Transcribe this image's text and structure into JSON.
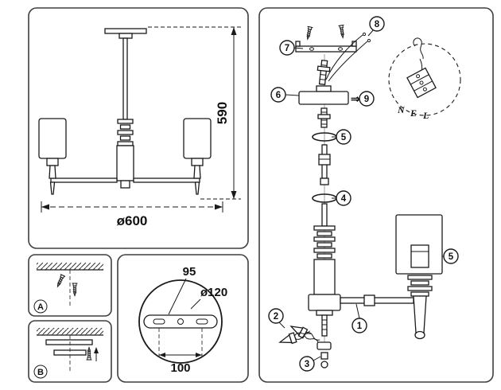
{
  "page": {
    "background": "#ffffff",
    "line_color": "#1a1a1a"
  },
  "main_view": {
    "height_dim": "590",
    "diameter_dim": "ø600"
  },
  "plate_detail": {
    "dim_95": "95",
    "dim_diameter": "ø120",
    "dim_100": "100"
  },
  "steps": {
    "step_a_label": "A",
    "step_b_label": "B"
  },
  "assembly": {
    "callout_1": "1",
    "callout_2": "2",
    "callout_3": "3",
    "callout_4": "4",
    "callout_5_left": "5",
    "callout_5_right": "5",
    "callout_6": "6",
    "callout_7": "7",
    "callout_8": "8",
    "callout_9": "9",
    "arrow_symbol": "⇒",
    "wiring": {
      "neutral": "N",
      "earth": "E",
      "live": "L"
    }
  }
}
